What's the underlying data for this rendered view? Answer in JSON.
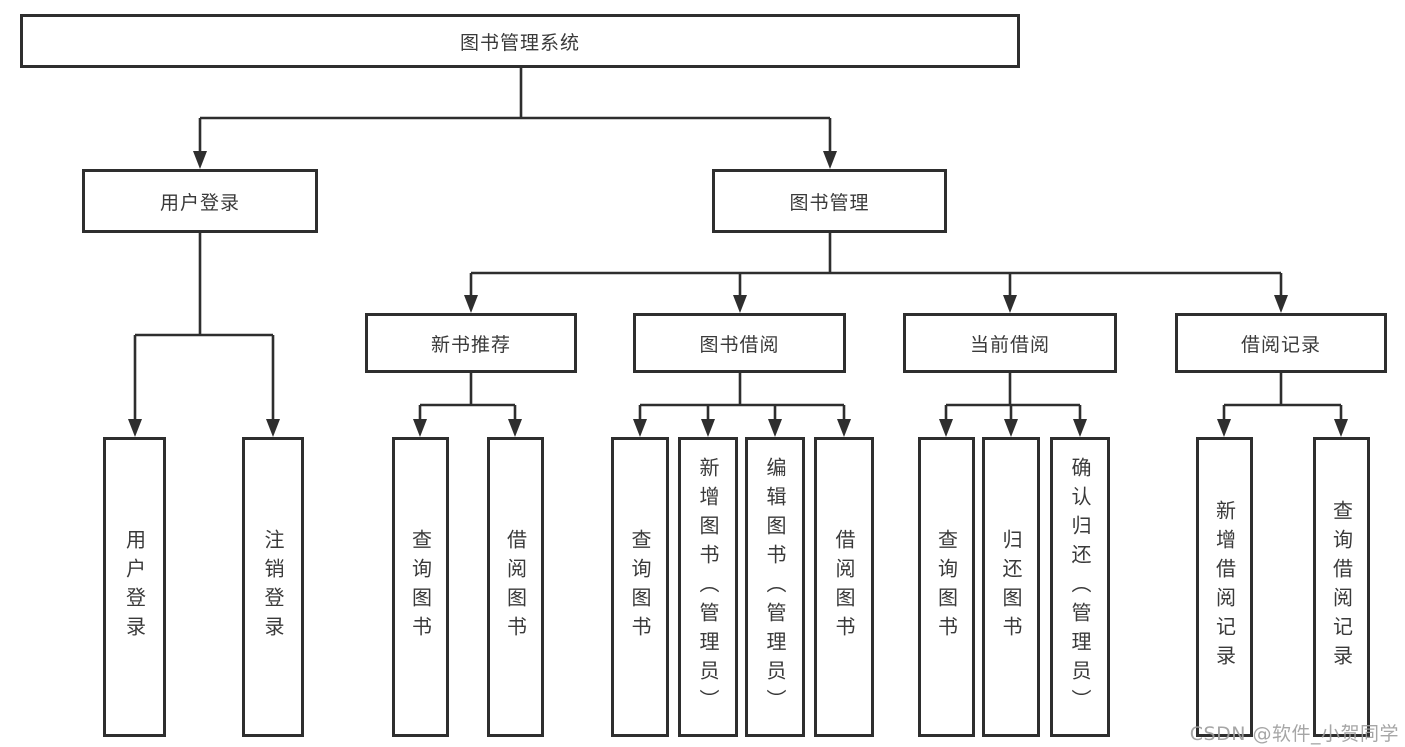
{
  "diagram_title": "图书管理系统",
  "tree": {
    "id": "library-management-system",
    "label": "图书管理系统",
    "children": [
      {
        "id": "user-login",
        "label": "用户登录",
        "children": [
          {
            "id": "user-login-leaf",
            "label": "用户登录"
          },
          {
            "id": "logout",
            "label": "注销登录"
          }
        ]
      },
      {
        "id": "book-management",
        "label": "图书管理",
        "children": [
          {
            "id": "new-book-recommend",
            "label": "新书推荐",
            "children": [
              {
                "id": "query-books-1",
                "label": "查询图书"
              },
              {
                "id": "borrow-books-1",
                "label": "借阅图书"
              }
            ]
          },
          {
            "id": "book-borrowing",
            "label": "图书借阅",
            "children": [
              {
                "id": "query-books-2",
                "label": "查询图书"
              },
              {
                "id": "add-books-admin",
                "label": "新增图书（管理员）"
              },
              {
                "id": "edit-books-admin",
                "label": "编辑图书（管理员）"
              },
              {
                "id": "borrow-books-2",
                "label": "借阅图书"
              }
            ]
          },
          {
            "id": "current-borrowing",
            "label": "当前借阅",
            "children": [
              {
                "id": "query-books-3",
                "label": "查询图书"
              },
              {
                "id": "return-books",
                "label": "归还图书"
              },
              {
                "id": "confirm-return-admin",
                "label": "确认归还（管理员）"
              }
            ]
          },
          {
            "id": "borrowing-records",
            "label": "借阅记录",
            "children": [
              {
                "id": "add-borrow-record",
                "label": "新增借阅记录"
              },
              {
                "id": "query-borrow-record",
                "label": "查询借阅记录"
              }
            ]
          }
        ]
      }
    ]
  },
  "watermark": {
    "text": "CSDN @软件_小贺同学"
  },
  "colors": {
    "line": "#2e2e2e",
    "box_border": "#2e2e2e",
    "text": "#3a3a3a",
    "background": "#ffffff",
    "watermark": "#9e9e9e"
  }
}
